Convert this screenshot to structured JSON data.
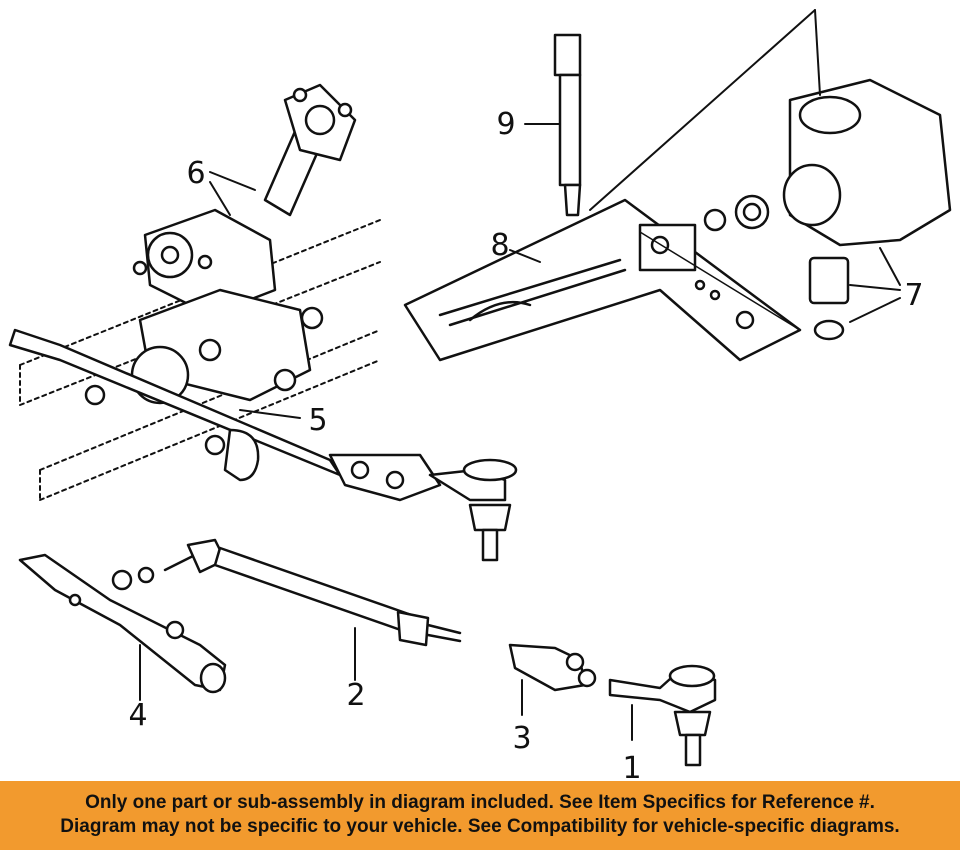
{
  "callouts": {
    "c1": "1",
    "c2": "2",
    "c3": "3",
    "c4": "4",
    "c5": "5",
    "c6": "6",
    "c7": "7",
    "c8": "8",
    "c9": "9"
  },
  "banner": {
    "line1": "Only one part or sub-assembly in diagram included. See Item Specifics for Reference #.",
    "line2": "Diagram may not be specific to your vehicle. See Compatibility for vehicle-specific diagrams.",
    "color": "#f29a2e"
  }
}
